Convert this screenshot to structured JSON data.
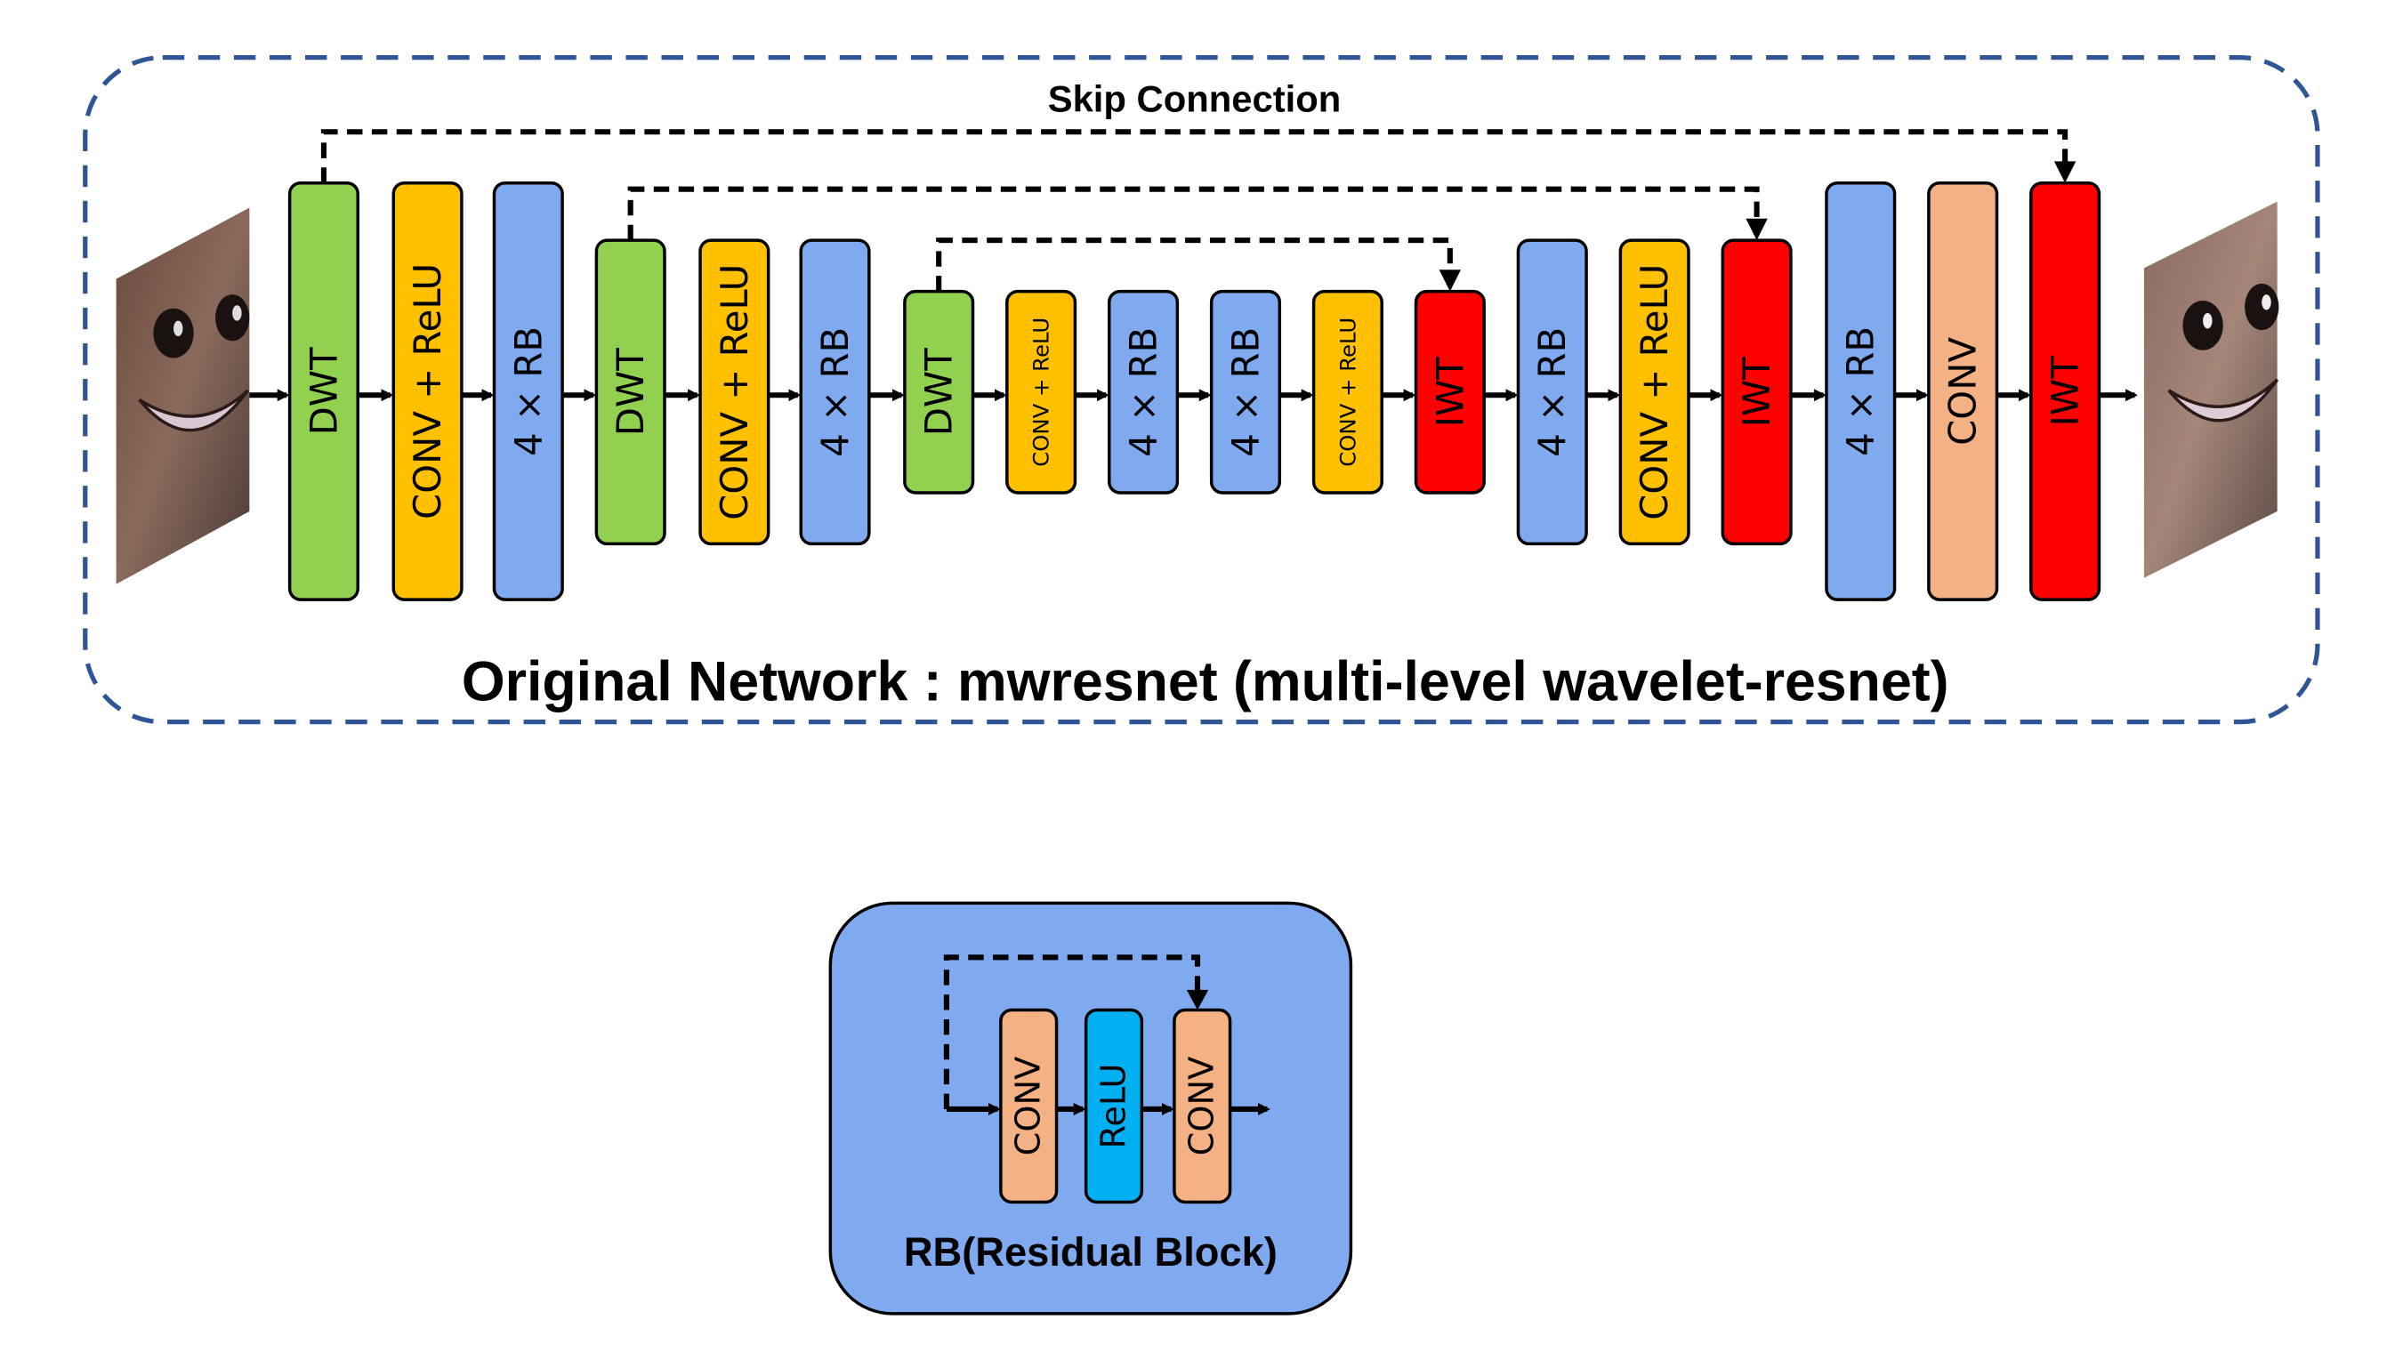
{
  "skip_label": "Skip Connection",
  "network_title": "Original Network : mwresnet (multi-level wavelet-resnet)",
  "rb_title": "RB(Residual Block)",
  "colors": {
    "DWT": "#92d050",
    "CONV_RELU": "#ffc000",
    "RB": "#7faaf0",
    "IWT": "#ff0000",
    "CONV": "#f4b183",
    "RELU": "#00b0f0",
    "frame": "#2f5597"
  },
  "input_image": "input-face-image",
  "output_image": "output-face-image",
  "blocks": [
    {
      "type": "DWT",
      "label": "DWT"
    },
    {
      "type": "CONV_RELU",
      "label": "CONV + ReLU"
    },
    {
      "type": "RB",
      "label": "4 × RB"
    },
    {
      "type": "DWT",
      "label": "DWT"
    },
    {
      "type": "CONV_RELU",
      "label": "CONV + ReLU"
    },
    {
      "type": "RB",
      "label": "4 × RB"
    },
    {
      "type": "DWT",
      "label": "DWT"
    },
    {
      "type": "CONV_RELU",
      "label": "CONV + ReLU"
    },
    {
      "type": "RB",
      "label": "4 × RB"
    },
    {
      "type": "RB",
      "label": "4 × RB"
    },
    {
      "type": "CONV_RELU",
      "label": "CONV + ReLU"
    },
    {
      "type": "IWT",
      "label": "IWT"
    },
    {
      "type": "RB",
      "label": "4 × RB"
    },
    {
      "type": "CONV_RELU",
      "label": "CONV + ReLU"
    },
    {
      "type": "IWT",
      "label": "IWT"
    },
    {
      "type": "RB",
      "label": "4 × RB"
    },
    {
      "type": "CONV",
      "label": "CONV"
    },
    {
      "type": "IWT",
      "label": "IWT"
    }
  ],
  "skip_connections": [
    {
      "from": 0,
      "to": 17
    },
    {
      "from": 3,
      "to": 14
    },
    {
      "from": 6,
      "to": 11
    }
  ],
  "rb_blocks": [
    {
      "type": "CONV",
      "label": "CONV"
    },
    {
      "type": "RELU",
      "label": "ReLU"
    },
    {
      "type": "CONV",
      "label": "CONV"
    }
  ]
}
